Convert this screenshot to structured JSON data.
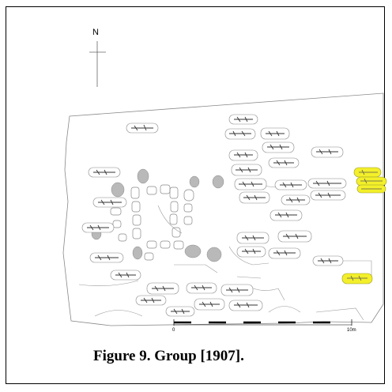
{
  "figure": {
    "caption": "Figure 9. Group [1907].",
    "north_label": "N",
    "scale": {
      "start_label": "0",
      "end_label": "10m"
    },
    "highlight_color": "#f3ef2a",
    "stone_color": "#b9b9b9"
  }
}
